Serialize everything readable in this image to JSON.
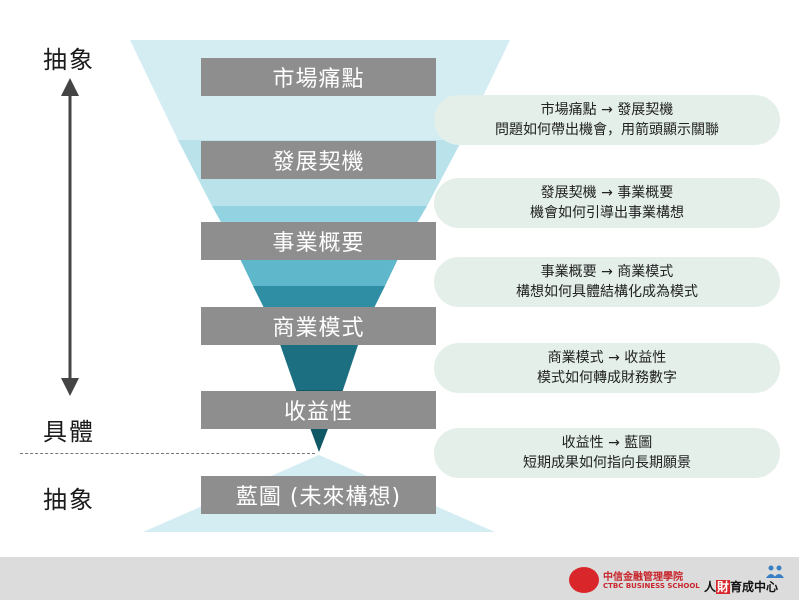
{
  "side_labels": {
    "abstract_top": "抽象",
    "concrete": "具體",
    "abstract_bottom": "抽象"
  },
  "stages": [
    {
      "label": "市場痛點"
    },
    {
      "label": "發展契機"
    },
    {
      "label": "事業概要"
    },
    {
      "label": "商業模式"
    },
    {
      "label": "收益性"
    },
    {
      "label": "藍圖 (未來構想)"
    }
  ],
  "notes": [
    {
      "line1": "市場痛點 → 發展契機",
      "line2": "問題如何帶出機會，用箭頭顯示關聯"
    },
    {
      "line1": "發展契機 → 事業概要",
      "line2": "機會如何引導出事業構想"
    },
    {
      "line1": "事業概要 → 商業模式",
      "line2": "構想如何具體結構化成為模式"
    },
    {
      "line1": "商業模式 → 收益性",
      "line2": "模式如何轉成財務數字"
    },
    {
      "line1": "收益性 → 藍圖",
      "line2": "短期成果如何指向長期願景"
    }
  ],
  "footer": {
    "school_zh": "中信金融管理學院",
    "school_en": "CTBC BUSINESS SCHOOL",
    "center_prefix": "人",
    "center_highlight": "財",
    "center_suffix": "育成中心"
  },
  "colors": {
    "band_1": "#d4edf3",
    "band_2": "#b9e2eb",
    "band_3": "#93d2e0",
    "band_4": "#5fb7cb",
    "band_5": "#2f8ea3",
    "band_6": "#1c6f80",
    "band_7": "#115866",
    "stage_bar": "#8e8e8e",
    "note_bg": "#e3efe8"
  }
}
